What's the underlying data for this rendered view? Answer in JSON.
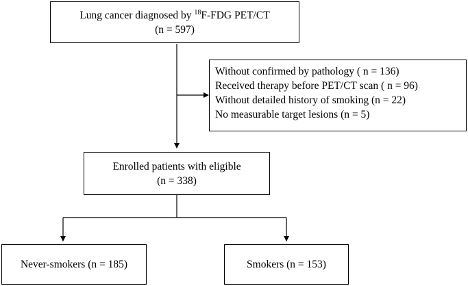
{
  "diagram": {
    "top_box": {
      "line1_before": "Lung cancer diagnosed by ",
      "line1_sup": "18",
      "line1_after": "F-FDG PET/CT",
      "line2": "(n = 597)"
    },
    "exclusion_box": {
      "lines": [
        "Without confirmed by pathology ( n = 136)",
        "Received therapy before PET/CT scan ( n = 96)",
        "Without detailed history of smoking (n = 22)",
        "No measurable target lesions (n = 5)"
      ]
    },
    "enrolled_box": {
      "line1": "Enrolled patients with eligible",
      "line2": "(n = 338)"
    },
    "never_smokers_box": {
      "label": "Never-smokers (n = 185)"
    },
    "smokers_box": {
      "label": "Smokers (n = 153)"
    }
  }
}
